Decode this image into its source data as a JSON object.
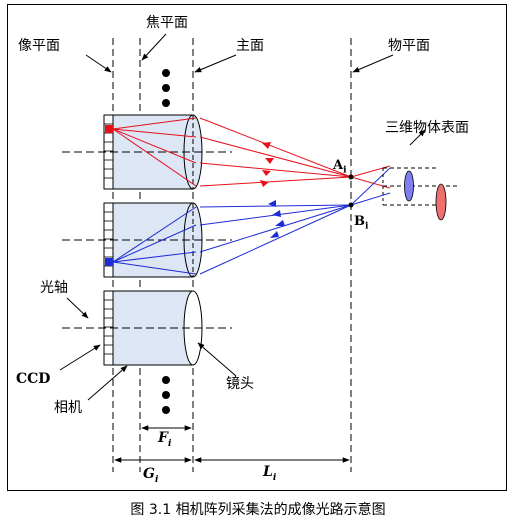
{
  "labels": {
    "image_plane": "像平面",
    "focal_plane": "焦平面",
    "principal_plane": "主面",
    "object_plane": "物平面",
    "object_surface": "三维物体表面",
    "optical_axis": "光轴",
    "ccd": "CCD",
    "camera": "相机",
    "lens": "镜头",
    "point_a": "A",
    "point_a_sub": "i",
    "point_b": "B",
    "point_b_sub": "i",
    "dim_f": "F",
    "dim_f_sub": "i",
    "dim_g": "G",
    "dim_g_sub": "i",
    "dim_l": "L",
    "dim_l_sub": "i"
  },
  "caption": "图 3.1   相机阵列采集法的成像光路示意图",
  "colors": {
    "red_ray": "#e8101a",
    "blue_ray": "#1c2cd6",
    "camera_fill": "#dde6f4",
    "ellipse_blue": "#7f7ff2",
    "ellipse_red": "#ef6f6f"
  }
}
